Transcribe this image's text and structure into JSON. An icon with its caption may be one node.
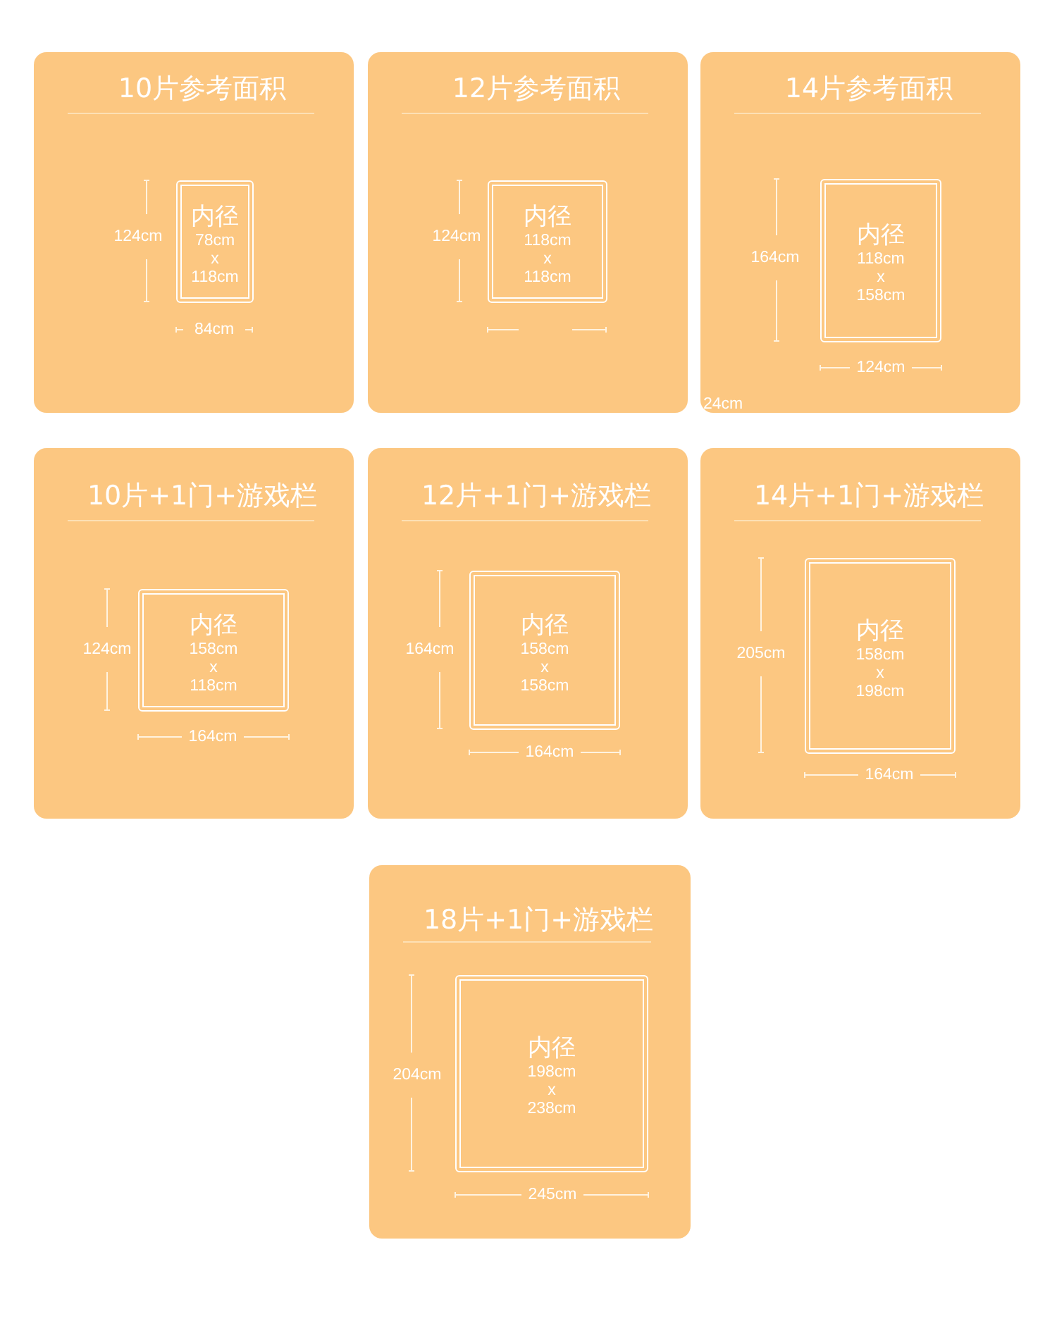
{
  "diagram": {
    "nodes": [
      {
        "text": [
          "10片参考面积"
        ]
      },
      {
        "text": [
          "内径",
          "78cm x 118cm"
        ],
        "in": 0
      },
      {
        "text": [
          "12片参考面积"
        ]
      },
      {
        "text": [
          "内径",
          "118cm x 118cm"
        ],
        "in": 2
      },
      {
        "text": [
          "14片参考面积"
        ]
      },
      {
        "text": [
          "内径",
          "118cm x 158cm"
        ],
        "in": 4
      },
      {
        "text": [
          "10片+1门+游戏栏"
        ]
      },
      {
        "text": [
          "内径",
          "158cm x 118cm"
        ],
        "in": 6
      },
      {
        "text": [
          "12片+1门+游戏栏"
        ]
      },
      {
        "text": [
          "内径",
          "158cm x 158cm"
        ],
        "in": 8
      },
      {
        "text": [
          "14片+1门+游戏栏"
        ]
      },
      {
        "text": [
          "内径",
          "158cm x 198cm"
        ],
        "in": 10
      },
      {
        "text": [
          "18片+1门+游戏栏"
        ]
      },
      {
        "text": [
          "内径",
          "198cm x 238cm"
        ],
        "in": 12
      }
    ],
    "labels": [
      "124cm",
      "84cm",
      "124cm",
      "164cm",
      "124cm",
      "24cm",
      "124cm",
      "164cm",
      "164cm",
      "164cm",
      "205cm",
      "164cm",
      "204cm",
      "245cm"
    ]
  }
}
